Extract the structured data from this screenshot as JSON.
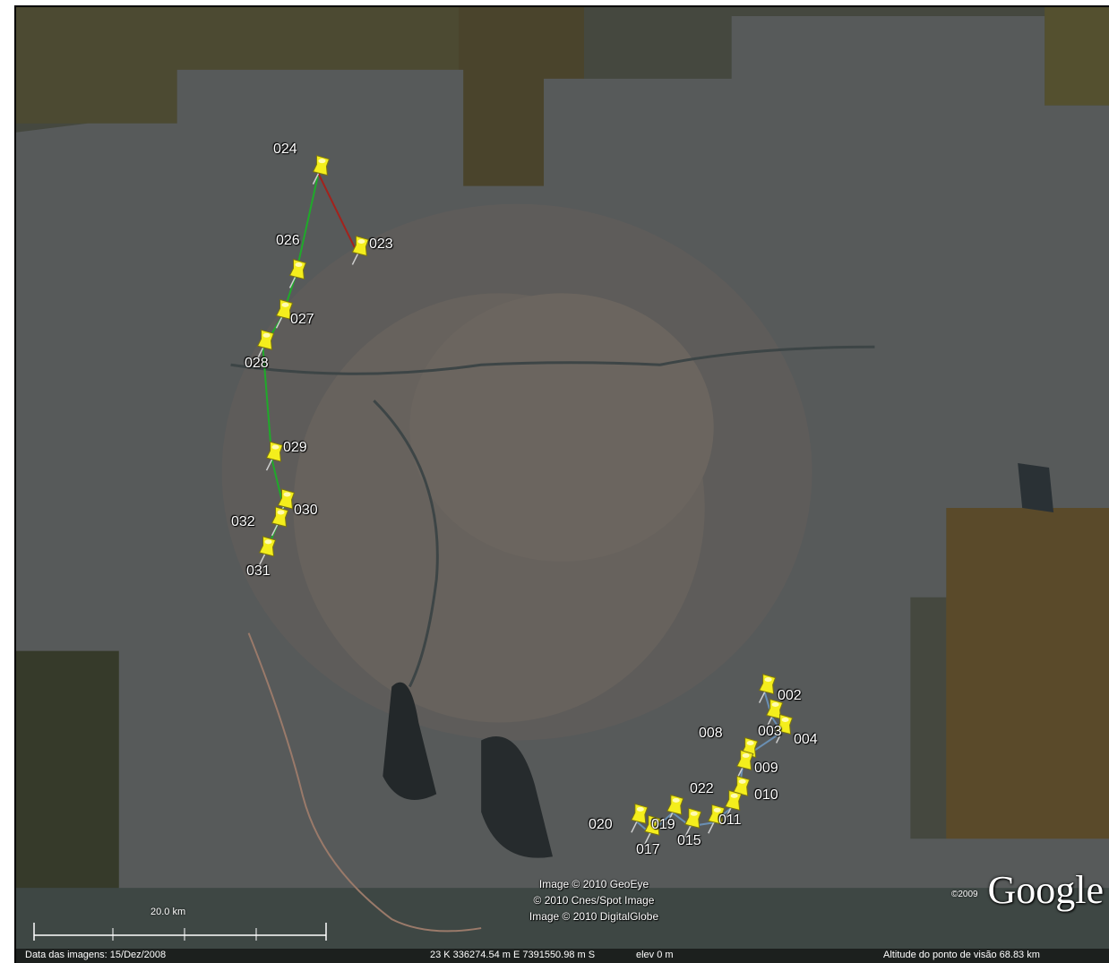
{
  "map": {
    "pins": [
      {
        "label": "024"
      },
      {
        "label": "023"
      },
      {
        "label": "026"
      },
      {
        "label": "027"
      },
      {
        "label": "028"
      },
      {
        "label": "029"
      },
      {
        "label": "030"
      },
      {
        "label": "032"
      },
      {
        "label": "031"
      },
      {
        "label": "002"
      },
      {
        "label": "003"
      },
      {
        "label": "004"
      },
      {
        "label": "008"
      },
      {
        "label": "009"
      },
      {
        "label": "010"
      },
      {
        "label": "011"
      },
      {
        "label": "022"
      },
      {
        "label": "015"
      },
      {
        "label": "019"
      },
      {
        "label": "017"
      },
      {
        "label": "020"
      }
    ],
    "credits": [
      "Image © 2010 GeoEye",
      "© 2010 Cnes/Spot Image",
      "Image © 2010 DigitalGlobe"
    ],
    "google_logo": "Google",
    "google_copyright": "©2009",
    "scale_label": "20.0 km"
  },
  "statusbar": {
    "imagery_date": "Data das imagens: 15/Dez/2008",
    "coordinates": "23 K 336274.54 m E 7391550.98 m S",
    "elevation": "elev    0 m",
    "eye_altitude": "Altitude do ponto de visão   68.83 km"
  },
  "colors": {
    "pin": "#f4ee1c",
    "track_green": "#1faa2a",
    "track_red": "#a3221c"
  }
}
